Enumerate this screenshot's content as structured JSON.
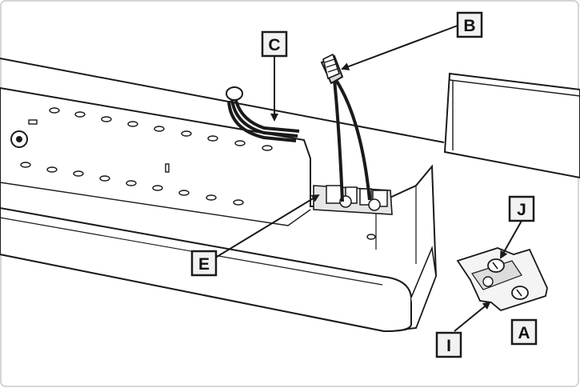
{
  "callouts": {
    "a": "A",
    "b": "B",
    "c": "C",
    "e": "E",
    "i": "I",
    "j": "J"
  },
  "colors": {
    "line": "#1a1a1a",
    "callout_fill": "#f2f2f2",
    "shadow": "#dcdcdc",
    "metal": "#d9d9d9",
    "wire": "#1a1a1a",
    "background": "#ffffff"
  }
}
